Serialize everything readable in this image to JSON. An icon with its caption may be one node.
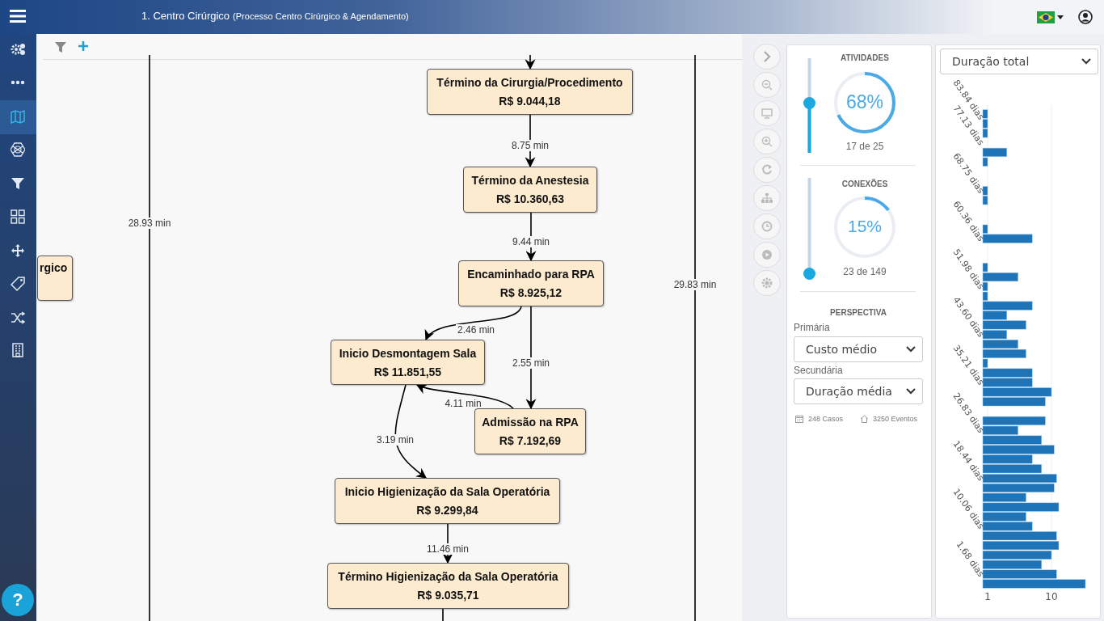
{
  "diagram": {
    "title": "1. Centro Cirúrgico",
    "nodes": [
      {
        "text": [
          "Término da Cirurgia/Procedimento",
          "R$ 9.044,18"
        ]
      },
      {
        "text": [
          "Término da Anestesia",
          "R$ 10.360,63"
        ]
      },
      {
        "text": [
          "Encaminhado para RPA",
          "R$ 8.925,12"
        ]
      },
      {
        "text": [
          "Inicio Desmontagem Sala",
          "R$ 11.851,55"
        ]
      },
      {
        "text": [
          "Admissão na RPA",
          "R$ 7.192,69"
        ]
      },
      {
        "text": [
          "Inicio Higienização da Sala Operatória",
          "R$ 9.299,84"
        ]
      },
      {
        "text": [
          "Término Higienização da Sala Operatória",
          "R$ 9.035,71"
        ]
      },
      {
        "text": [
          "rgico"
        ]
      }
    ],
    "edges": [
      {
        "from": null,
        "to": 0,
        "arrow": "to"
      },
      {
        "from": 0,
        "to": 1,
        "arrow": "to",
        "label": "8.75 min"
      },
      {
        "from": 1,
        "to": 2,
        "arrow": "to",
        "label": "9.44 min"
      },
      {
        "from": 2,
        "to": 3,
        "arrow": "to",
        "label": "2.46 min"
      },
      {
        "from": 2,
        "to": 4,
        "arrow": "to",
        "label": "2.55 min"
      },
      {
        "from": 4,
        "to": 3,
        "arrow": "to",
        "label": "4.11 min"
      },
      {
        "from": 3,
        "to": 5,
        "arrow": "to",
        "label": "3.19 min"
      },
      {
        "from": 5,
        "to": 6,
        "arrow": "to",
        "label": "11.46 min"
      },
      {
        "from": 6,
        "to": null,
        "arrow": "none"
      }
    ],
    "labels": [
      "(Processo Centro Cirúrgico & Agendamento)",
      "ATIVIDADES",
      "68%",
      "17 de 25",
      "CONEXÕES",
      "15%",
      "23 de 149",
      "PERSPECTIVA",
      "Primária",
      "Custo médio",
      "Secundária",
      "Duração média",
      "248 Casos",
      "3250 Eventos",
      "Duração total",
      "?",
      "28.93 min",
      "29.83 min",
      "83.84 dias",
      "77.13 dias",
      "68.75 dias",
      "60.36 dias",
      "51.98 dias",
      "43.60 dias",
      "35.21 dias",
      "26.83 dias",
      "18.44 dias",
      "10.06 dias",
      "1.68 dias",
      "1",
      "10"
    ]
  }
}
